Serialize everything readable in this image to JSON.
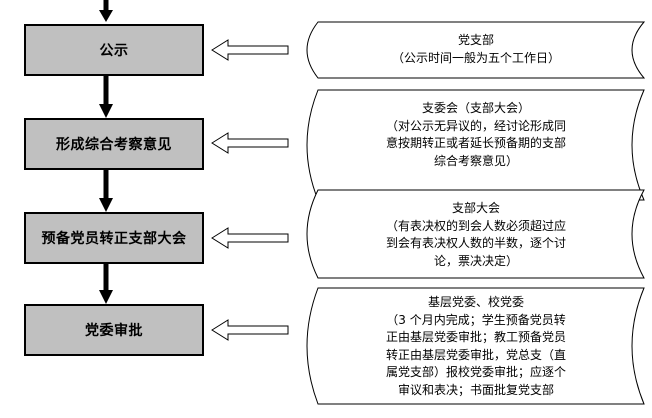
{
  "steps": [
    {
      "label": "公示"
    },
    {
      "label": "形成综合考察意见"
    },
    {
      "label": "预备党员转正支部大会"
    },
    {
      "label": "党委审批"
    }
  ],
  "notes": [
    {
      "lines": [
        "党支部",
        "（公示时间一般为五个工作日）"
      ]
    },
    {
      "lines": [
        "支委会（支部大会）",
        "（对公示无异议的，经讨论形成同",
        "意按期转正或者延长预备期的支部",
        "综合考察意见）"
      ]
    },
    {
      "lines": [
        "支部大会",
        "（有表决权的到会人数必须超过应",
        "到会有表决权人数的半数，逐个讨",
        "论，票决决定）"
      ]
    },
    {
      "lines": [
        "基层党委、校党委",
        "（3 个月内完成；学生预备党员转",
        "正由基层党委审批；教工预备党员",
        "转正由基层党委审批，党总支（直",
        "属党支部）报校党委审批；应逐个",
        "审议和表决；书面批复党支部"
      ]
    }
  ]
}
